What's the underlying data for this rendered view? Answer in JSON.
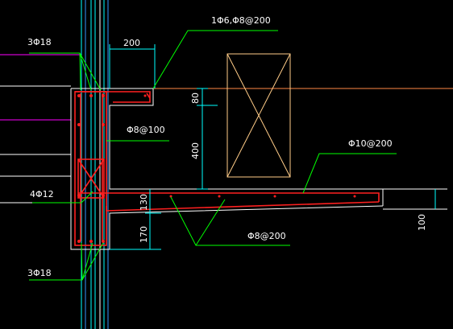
{
  "labels": {
    "bars_top": "3Φ18",
    "stirrup_top": "1Φ6,Φ8@200",
    "width_dim": "200",
    "hook_dim": "80",
    "stirrup_beam": "Φ8@100",
    "depth_dim": "400",
    "slab_top_bars": "Φ10@200",
    "bars_mid": "4Φ12",
    "slab_thk_dim": "130",
    "slab_bot_bars": "Φ8@200",
    "ledge_dim": "170",
    "edge_dim": "100",
    "bars_bottom": "3Φ18"
  },
  "colors": {
    "background": "#000000",
    "concrete_outline": "#ffffff",
    "rebar": "#ff2020",
    "leader": "#00ff00",
    "dimension": "#00ffff",
    "column_line_blue": "#3399ff",
    "column_line_cyan": "#00ffff",
    "magenta_lines": "#ff00ff",
    "floor_line": "#ff8844",
    "void_box": "#ffcc88",
    "text": "#ffffff"
  }
}
